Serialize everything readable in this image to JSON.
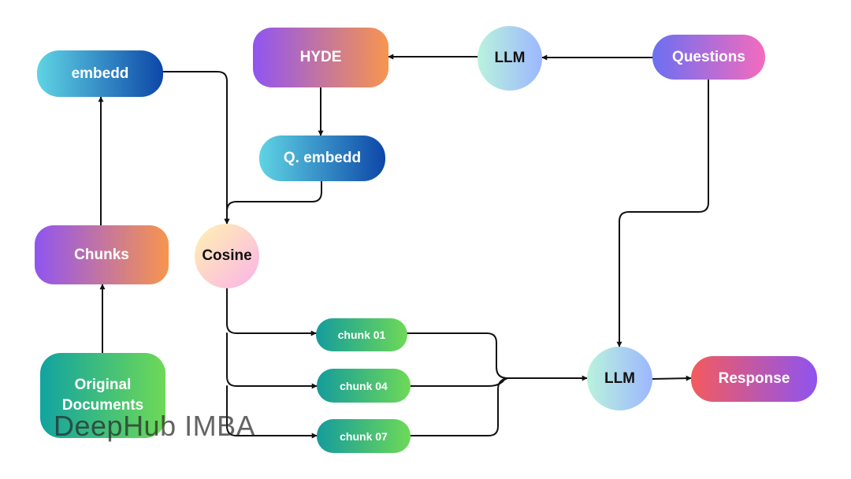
{
  "nodes": {
    "embedd": "embedd",
    "hyde": "HYDE",
    "llm_top": "LLM",
    "questions": "Questions",
    "q_embedd": "Q. embedd",
    "chunks": "Chunks",
    "cosine": "Cosine",
    "original_documents": "Original Documents",
    "chunk_01": "chunk 01",
    "chunk_04": "chunk 04",
    "chunk_07": "chunk 07",
    "llm_bottom": "LLM",
    "response": "Response"
  },
  "watermark": "DeepHub IMBA",
  "edges": [
    {
      "from": "original_documents",
      "to": "chunks"
    },
    {
      "from": "chunks",
      "to": "embedd"
    },
    {
      "from": "embedd",
      "to": "cosine"
    },
    {
      "from": "questions",
      "to": "llm_top"
    },
    {
      "from": "llm_top",
      "to": "hyde"
    },
    {
      "from": "hyde",
      "to": "q_embedd"
    },
    {
      "from": "q_embedd",
      "to": "cosine"
    },
    {
      "from": "cosine",
      "to": "chunk_01"
    },
    {
      "from": "cosine",
      "to": "chunk_04"
    },
    {
      "from": "cosine",
      "to": "chunk_07"
    },
    {
      "from": "chunk_01",
      "to": "llm_bottom"
    },
    {
      "from": "chunk_04",
      "to": "llm_bottom"
    },
    {
      "from": "chunk_07",
      "to": "llm_bottom"
    },
    {
      "from": "questions",
      "to": "llm_bottom"
    },
    {
      "from": "llm_bottom",
      "to": "response"
    }
  ],
  "colors": {
    "edge": "#111111",
    "blue_gradient": [
      "#5fd4e4",
      "#0d47a8"
    ],
    "purple_orange_gradient": [
      "#8f55f1",
      "#f7954e"
    ],
    "green_gradient": [
      "#149c9c",
      "#6ed957"
    ],
    "llm_gradient": [
      "#b9f3dc",
      "#9db7ff"
    ],
    "questions_gradient": [
      "#6c6ff2",
      "#f46bbd"
    ],
    "response_gradient": [
      "#f35b5e",
      "#8e54f0"
    ],
    "cosine_gradient": [
      "#fff3b0",
      "#fbb2e8"
    ]
  }
}
